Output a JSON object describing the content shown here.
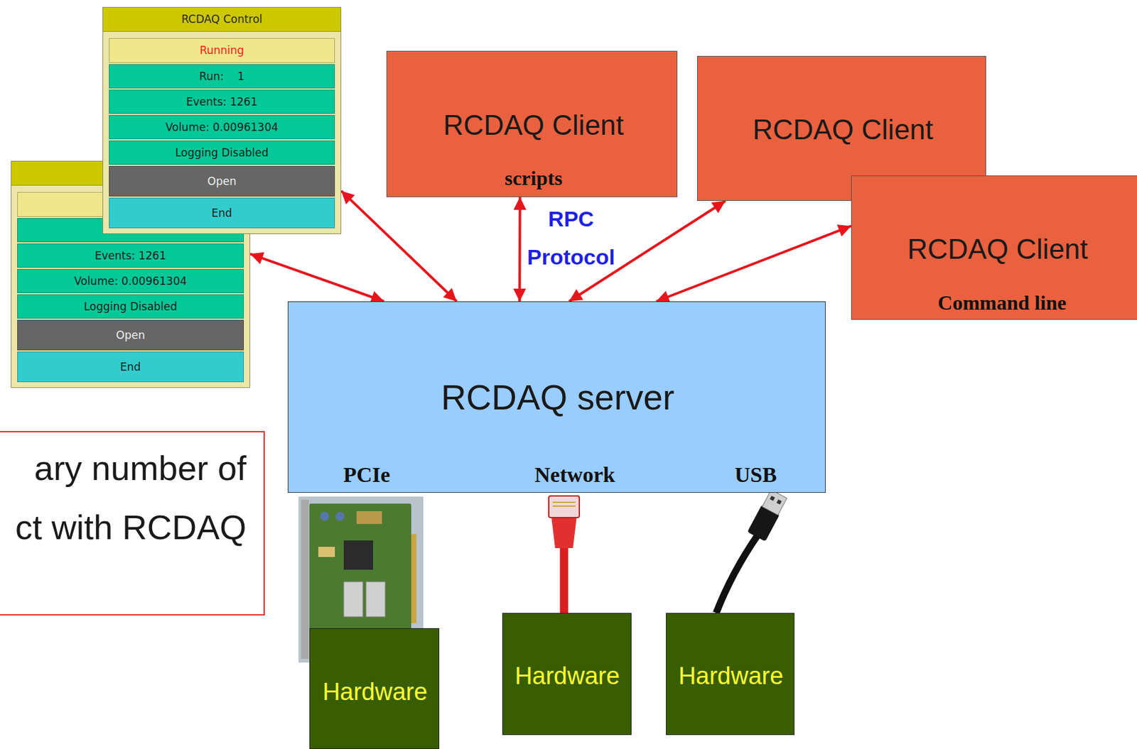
{
  "diagram": {
    "nodes": [
      {
        "text": [
          "RCDAQ Control",
          "Running",
          "Run:    1",
          "Events: 1261",
          "Volume: 0.00961304",
          "Logging Disabled",
          "Open",
          "End"
        ]
      },
      {
        "text": [
          "Events: 1261",
          "Volume: 0.00961304",
          "Logging Disabled",
          "Open",
          "End"
        ]
      },
      {
        "text": [
          "RCDAQ Client",
          "scripts"
        ]
      },
      {
        "text": [
          "RCDAQ Client"
        ]
      },
      {
        "text": [
          "RCDAQ Client",
          "Command line"
        ]
      },
      {
        "text": [
          "RCDAQ server",
          "PCIe",
          "Network",
          "USB"
        ]
      },
      {
        "text": [
          "ary number of",
          "ct with RCDAQ"
        ]
      },
      {
        "text": [
          "Hardware"
        ]
      },
      {
        "text": [
          "Hardware"
        ]
      },
      {
        "text": [
          "Hardware"
        ]
      }
    ],
    "edges": [
      {
        "from": 0,
        "to": 5,
        "arrow": "both"
      },
      {
        "from": 1,
        "to": 5,
        "arrow": "both"
      },
      {
        "from": 2,
        "to": 5,
        "arrow": "both"
      },
      {
        "from": 3,
        "to": 5,
        "arrow": "both"
      },
      {
        "from": 4,
        "to": 5,
        "arrow": "both"
      }
    ],
    "labels": [
      "RPC Protocol"
    ]
  }
}
